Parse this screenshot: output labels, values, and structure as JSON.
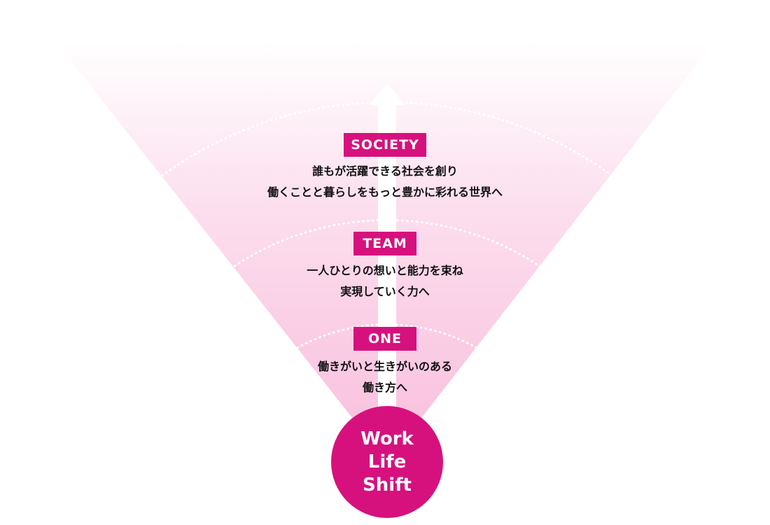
{
  "colors": {
    "accent": "#d6117e",
    "fan": "#f9bedd",
    "text": "#111111",
    "arrow": "#ffffff"
  },
  "center": {
    "line1": "Work",
    "line2": "Life",
    "line3": "Shift"
  },
  "levels": {
    "society": {
      "badge": "SOCIETY",
      "line1": "誰もが活躍できる社会を創り",
      "line2": "働くことと暮らしをもっと豊かに彩れる世界へ"
    },
    "team": {
      "badge": "TEAM",
      "line1": "一人ひとりの想いと能力を束ね",
      "line2": "実現していく力へ"
    },
    "one": {
      "badge": "ONE",
      "line1": "働きがいと生きがいのある",
      "line2": "働き方へ"
    }
  }
}
